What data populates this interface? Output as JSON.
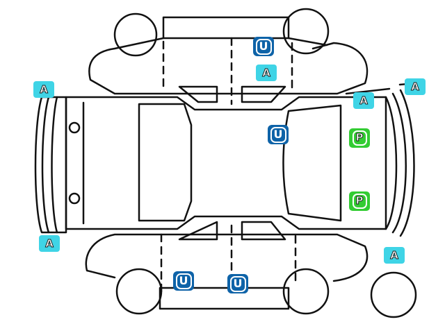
{
  "colors": {
    "A": "#3fd4e6",
    "U": "#0e63a8",
    "P": "#33cc33",
    "outline": "#111111"
  },
  "legend_codes": {
    "A": "A",
    "U": "U",
    "P": "P"
  },
  "markers": [
    {
      "code": "U",
      "location": "roof-panel"
    },
    {
      "code": "A",
      "location": "roof-rear-edge"
    },
    {
      "code": "A",
      "location": "left-mirror-area"
    },
    {
      "code": "A",
      "location": "front-right-pillar"
    },
    {
      "code": "A",
      "location": "front-bumper-right"
    },
    {
      "code": "U",
      "location": "hood-left"
    },
    {
      "code": "P",
      "location": "windshield-upper"
    },
    {
      "code": "P",
      "location": "windshield-lower"
    },
    {
      "code": "A",
      "location": "rear-bumper-left"
    },
    {
      "code": "A",
      "location": "front-bumper-lower-right"
    },
    {
      "code": "U",
      "location": "left-rocker-rear"
    },
    {
      "code": "U",
      "location": "left-rocker-front"
    }
  ]
}
